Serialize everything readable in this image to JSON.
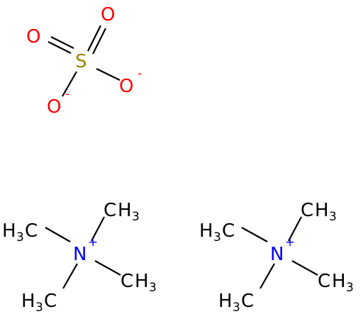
{
  "colors": {
    "oxygen": "#ff0000",
    "sulfur": "#998800",
    "nitrogen": "#0000ff",
    "carbon": "#000000",
    "bond": "#000000"
  },
  "sulfate": {
    "s": "S",
    "o_top": "O",
    "o_left": "O",
    "o_right": "O",
    "o_bottom": "O",
    "charge_right": "-",
    "charge_bottom": "-"
  },
  "cation_1": {
    "n": "N",
    "n_charge": "+",
    "methyl_top": {
      "h": "H",
      "n": "3",
      "c": "C",
      "c_end": "H"
    },
    "methyl_left": {
      "h": "H",
      "n": "3",
      "c": "C"
    },
    "methyl_right": {
      "c": "C",
      "h": "H",
      "n": "3"
    },
    "methyl_bottom": {
      "h": "H",
      "n": "3",
      "c": "C"
    }
  },
  "cation_2": {
    "n": "N",
    "n_charge": "+",
    "methyl_top": {
      "h": "H",
      "n": "3",
      "c": "C",
      "c_end": "H"
    },
    "methyl_left": {
      "h": "H",
      "n": "3",
      "c": "C"
    },
    "methyl_right": {
      "c": "C",
      "h": "H",
      "n": "3"
    },
    "methyl_bottom": {
      "h": "H",
      "n": "3",
      "c": "C"
    }
  }
}
